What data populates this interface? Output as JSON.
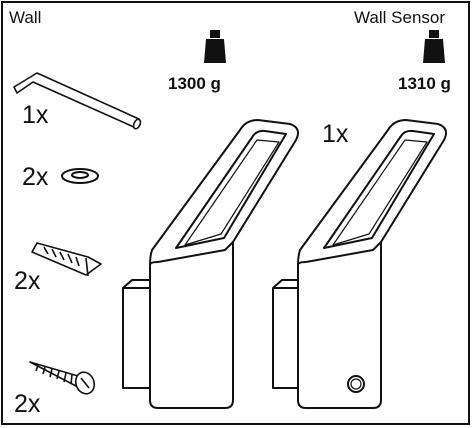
{
  "labels": {
    "wall": "Wall",
    "wall_sensor": "Wall Sensor"
  },
  "weights": {
    "wall": "1300 g",
    "wall_sensor": "1310 g"
  },
  "quantities": {
    "hex_key": "1x",
    "washer": "2x",
    "wall_plug": "2x",
    "screw": "2x",
    "sensor_lamp": "1x"
  },
  "icons": {
    "weight": "weight-icon",
    "hex_key": "hex-key-icon",
    "washer": "washer-icon",
    "wall_plug": "wall-plug-icon",
    "screw": "screw-icon",
    "lamp": "wall-lamp-icon",
    "sensor_lamp": "wall-sensor-lamp-icon"
  },
  "colors": {
    "ink": "#111111",
    "background": "#ffffff"
  }
}
